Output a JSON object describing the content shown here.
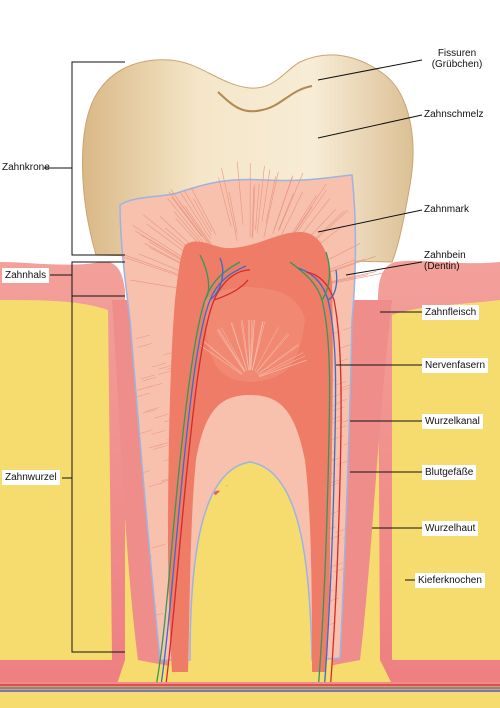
{
  "labels": {
    "zahnkrone": "Zahnkrone",
    "zahnhals": "Zahnhals",
    "zahnwurzel": "Zahnwurzel",
    "fissuren_1": "Fissuren",
    "fissuren_2": "(Grübchen)",
    "zahnschmelz": "Zahnschmelz",
    "zahnmark": "Zahnmark",
    "zahnbein_1": "Zahnbein",
    "zahnbein_2": "(Dentin)",
    "zahnfleisch": "Zahnfleisch",
    "nervenfasern": "Nervenfasern",
    "wurzelkanal": "Wurzelkanal",
    "blutgefaesse": "Blutgefäße",
    "wurzelhaut": "Wurzelhaut",
    "kieferknochen": "Kieferknochen"
  },
  "colors": {
    "bone": "#f6dc6e",
    "bone_pores": "#e0457a",
    "gum": "#f08a88",
    "dentin": "#f7c1ae",
    "pulp": "#ee7c66",
    "enamel": "#efdcb8",
    "nerve": "#2e9b5a",
    "vessel_blue": "#3a6ec8",
    "vessel_red": "#d8282a"
  }
}
